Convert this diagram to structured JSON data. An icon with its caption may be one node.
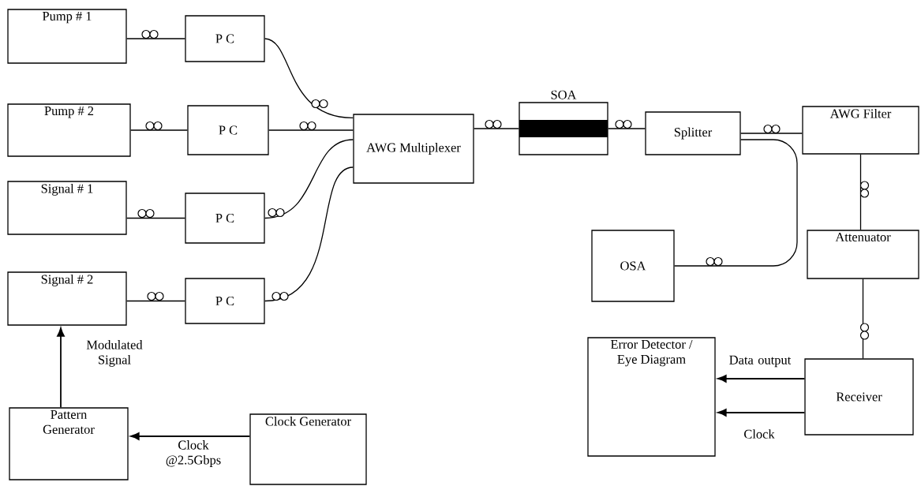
{
  "diagram": {
    "nodes": [
      {
        "text": [
          "Pump  # 1"
        ]
      },
      {
        "text": [
          "P C"
        ]
      },
      {
        "text": [
          "Pump  # 2"
        ]
      },
      {
        "text": [
          "P C"
        ]
      },
      {
        "text": [
          "Signal # 1"
        ]
      },
      {
        "text": [
          "P C"
        ]
      },
      {
        "text": [
          "Signal # 2"
        ]
      },
      {
        "text": [
          "P C"
        ]
      },
      {
        "text": [
          "AWG Multiplexer"
        ]
      },
      {
        "text": [
          "SOA"
        ]
      },
      {
        "text": [
          "Splitter"
        ]
      },
      {
        "text": [
          "AWG Filter"
        ]
      },
      {
        "text": [
          "OSA"
        ]
      },
      {
        "text": [
          "Attenuator"
        ]
      },
      {
        "text": [
          "Error Detector / Eye Diagram"
        ]
      },
      {
        "text": [
          "Receiver"
        ]
      },
      {
        "text": [
          "Pattern Generator"
        ]
      },
      {
        "text": [
          "Clock Generator"
        ]
      }
    ],
    "edges": [
      {
        "from": 0,
        "to": 1,
        "arrow": "none"
      },
      {
        "from": 1,
        "to": 8,
        "arrow": "none"
      },
      {
        "from": 2,
        "to": 3,
        "arrow": "none"
      },
      {
        "from": 3,
        "to": 8,
        "arrow": "none"
      },
      {
        "from": 4,
        "to": 5,
        "arrow": "none"
      },
      {
        "from": 5,
        "to": 8,
        "arrow": "none"
      },
      {
        "from": 6,
        "to": 7,
        "arrow": "none"
      },
      {
        "from": 7,
        "to": 8,
        "arrow": "none"
      },
      {
        "from": 8,
        "to": 9,
        "arrow": "none"
      },
      {
        "from": 9,
        "to": 10,
        "arrow": "none"
      },
      {
        "from": 10,
        "to": 11,
        "arrow": "none"
      },
      {
        "from": 10,
        "to": 12,
        "arrow": "none"
      },
      {
        "from": 11,
        "to": 13,
        "arrow": "none"
      },
      {
        "from": 13,
        "to": 15,
        "arrow": "none"
      },
      {
        "from": 15,
        "to": 14,
        "arrow": "to",
        "label": "Data output"
      },
      {
        "from": 15,
        "to": 14,
        "arrow": "to",
        "label": "Clock"
      },
      {
        "from": 16,
        "to": 6,
        "arrow": "to",
        "label": "Modulated Signal"
      },
      {
        "from": 17,
        "to": 16,
        "arrow": "to",
        "label": "Clock @2.5Gbps"
      }
    ]
  }
}
